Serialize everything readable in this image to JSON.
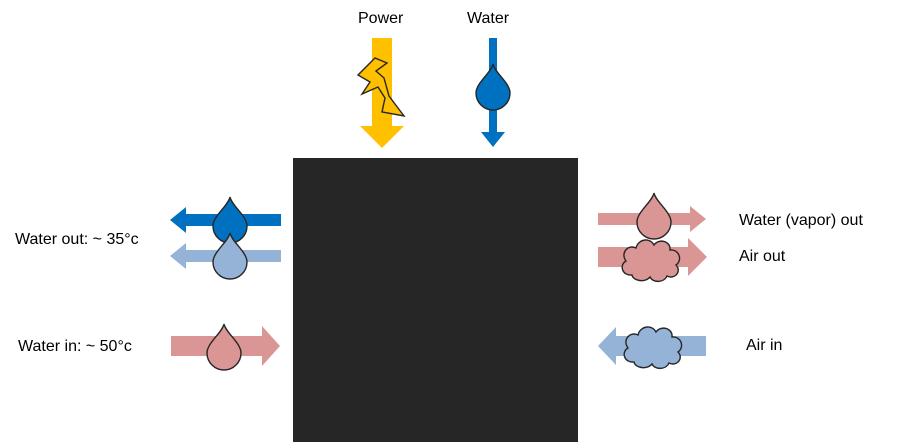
{
  "labels": {
    "power": "Power",
    "water": "Water",
    "water_out": "Water out: ~ 35°c",
    "water_in": "Water in: ~ 50°c",
    "water_vapor_out": "Water (vapor) out",
    "air_out": "Air out",
    "air_in": "Air in"
  },
  "colors": {
    "box": "#262626",
    "power": "#FFC000",
    "water": "#0070C0",
    "hot": "#DA9694",
    "cool": "#95B3D7"
  },
  "icons": {
    "power": "lightning-icon",
    "water": "water-drop-icon",
    "air": "cloud-icon"
  }
}
